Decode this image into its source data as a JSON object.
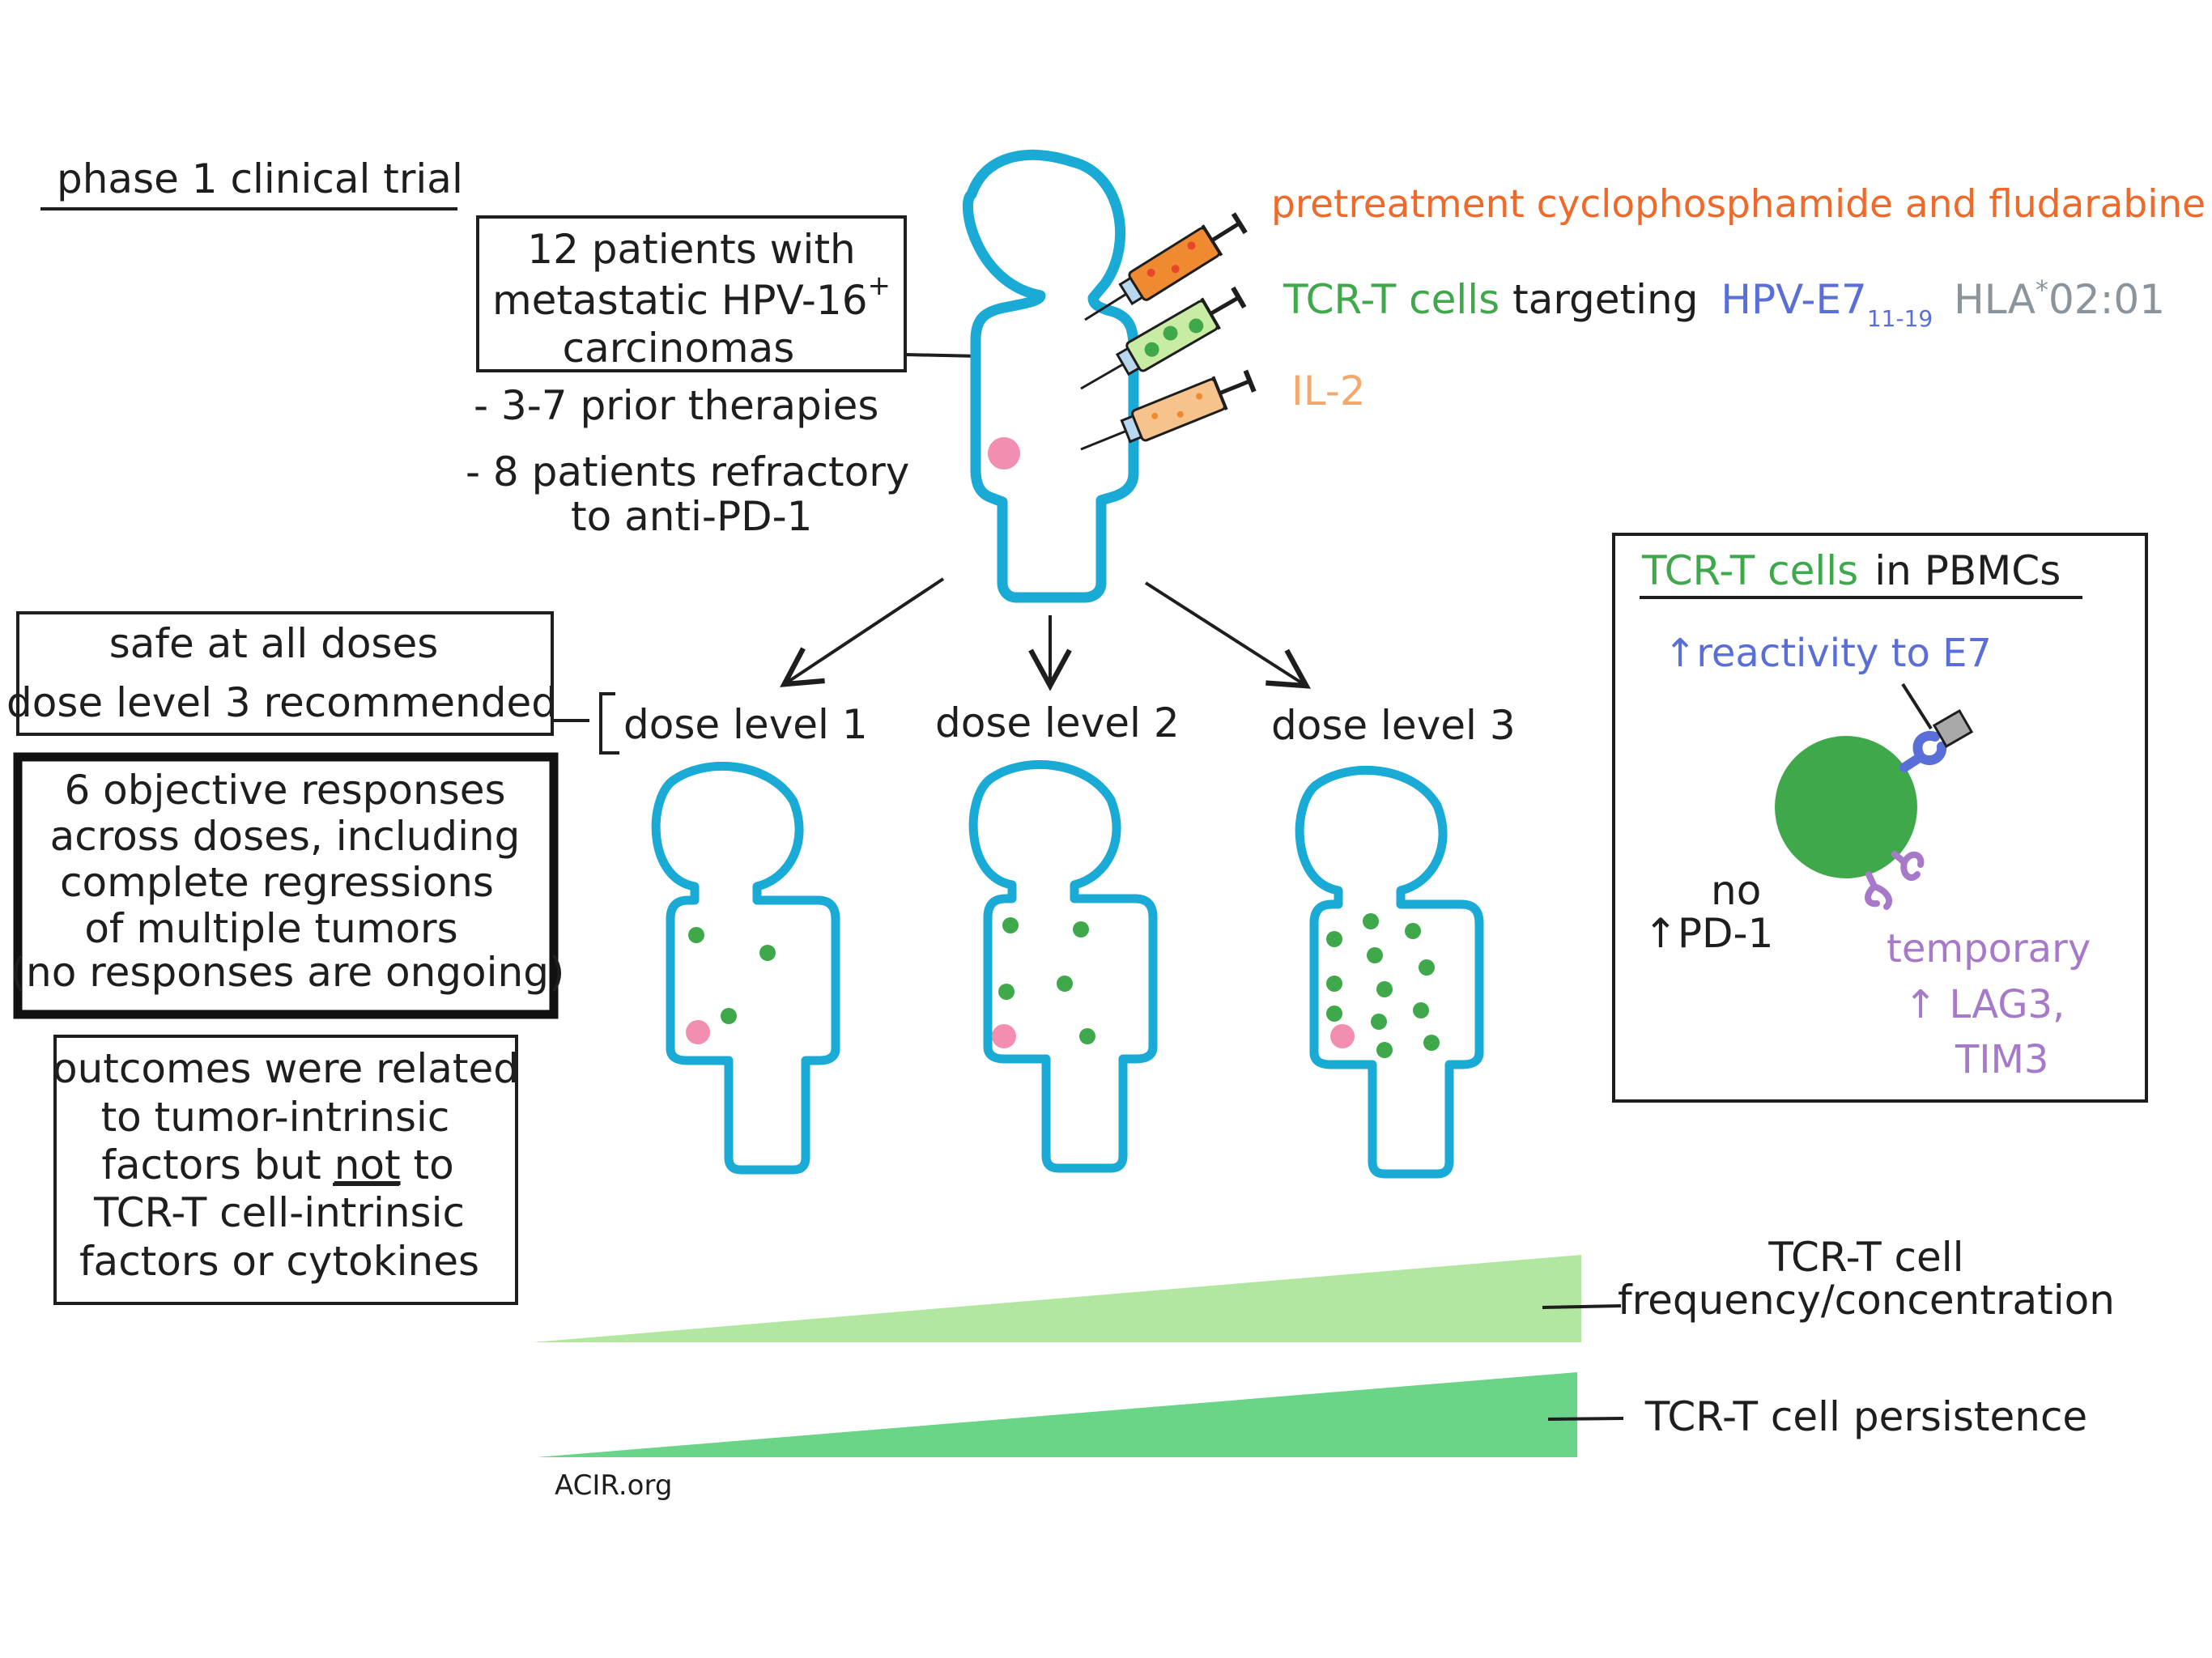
{
  "title": "phase 1 clinical trial",
  "patients_box": {
    "line1": "12 patients with",
    "line2": "metastatic HPV-16",
    "line2_sup": "+",
    "line3": "carcinomas"
  },
  "prior_notes": {
    "line1": "- 3-7 prior therapies",
    "line2": "- 8 patients refractory",
    "line3": "to anti-PD-1"
  },
  "treatments": {
    "pretreatment": "pretreatment cyclophosphamide and fludarabine",
    "tcr_prefix": "TCR-T cells",
    "tcr_middle": "targeting",
    "tcr_target": "HPV-E7",
    "tcr_target_sub": "11-19",
    "tcr_hla": "HLA",
    "tcr_hla_sup": "*",
    "tcr_hla_suffix": "02:01",
    "il2": "IL-2"
  },
  "safety_box": {
    "line1": "safe at all doses",
    "line2": "dose level 3 recommended"
  },
  "response_box": {
    "line1": "6 objective responses",
    "line2": "across doses, including",
    "line3": "complete regressions",
    "line4": "of multiple tumors",
    "line5": "(no responses are ongoing)"
  },
  "outcomes_box": {
    "line1": "outcomes were related",
    "line2": "to tumor-intrinsic",
    "line3_a": "factors but",
    "line3_b": "not",
    "line3_c": "to",
    "line4": "TCR-T cell-intrinsic",
    "line5": "factors or cytokines"
  },
  "dose_levels": {
    "level1": "dose level 1",
    "level2": "dose level 2",
    "level3": "dose level 3"
  },
  "pbmc_box": {
    "title_green": "TCR-T cells",
    "title_rest": "in PBMCs",
    "reactivity": "↑reactivity to E7",
    "no": "no",
    "pd1": "↑PD-1",
    "temporary": "temporary",
    "lag3": "↑ LAG3,",
    "tim3": "TIM3"
  },
  "wedges": {
    "frequency_line1": "TCR-T cell",
    "frequency_line2": "frequency/concentration",
    "persistence": "TCR-T cell persistence"
  },
  "footer": "ACIR.org",
  "colors": {
    "body_outline": "#1aaad6",
    "tumor": "#f28fb0",
    "tcr_cell": "#3ea84b",
    "green_text": "#3ea84b",
    "orange_text": "#ee6a2b",
    "blue_text": "#5a6ed8",
    "gray_text": "#8a949c",
    "light_orange_text": "#f6a86b",
    "purple_text": "#a77ac9",
    "wedge_light": "#b3e6a1",
    "wedge_dark": "#6ad488"
  }
}
